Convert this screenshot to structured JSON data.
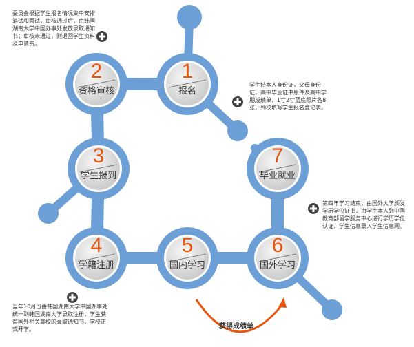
{
  "steps": [
    {
      "num": "1",
      "label": "报名"
    },
    {
      "num": "2",
      "label": "资格审核"
    },
    {
      "num": "3",
      "label": "学生报到"
    },
    {
      "num": "4",
      "label": "学籍注册"
    },
    {
      "num": "5",
      "label": "国内学习"
    },
    {
      "num": "6",
      "label": "国外学习"
    },
    {
      "num": "7",
      "label": "毕业就业"
    }
  ],
  "notes": {
    "review": "委员会根据学生报名情况集中安排笔试和面试，审核通过后，由韩国湖南大学中国办事处发放录取通知书；审核未通过，则退回学生资料及申请费。",
    "register": "学生持本人身份证，父母身份证，高中毕业证书原件及高中学期成绩单，1寸2寸蓝底照片各8张，到校填写学生报名登记表。",
    "graduate": "第四年学习结束，由国外大学颁发学历学位证书，由学生本人到中国教育部留学服务中心进行学历学位认证，学生信息录入学生信息网。",
    "enroll": "当年10月份由韩国湖南大学中国办事处统一到韩国湖南大学录取注册，学生获得国外相关高校的录取通知书，学校正式开学。"
  },
  "arc_label": "获得成绩单",
  "colors": {
    "ring": "#6c9fd6",
    "accent": "#e8560f",
    "plus": "#444444"
  }
}
